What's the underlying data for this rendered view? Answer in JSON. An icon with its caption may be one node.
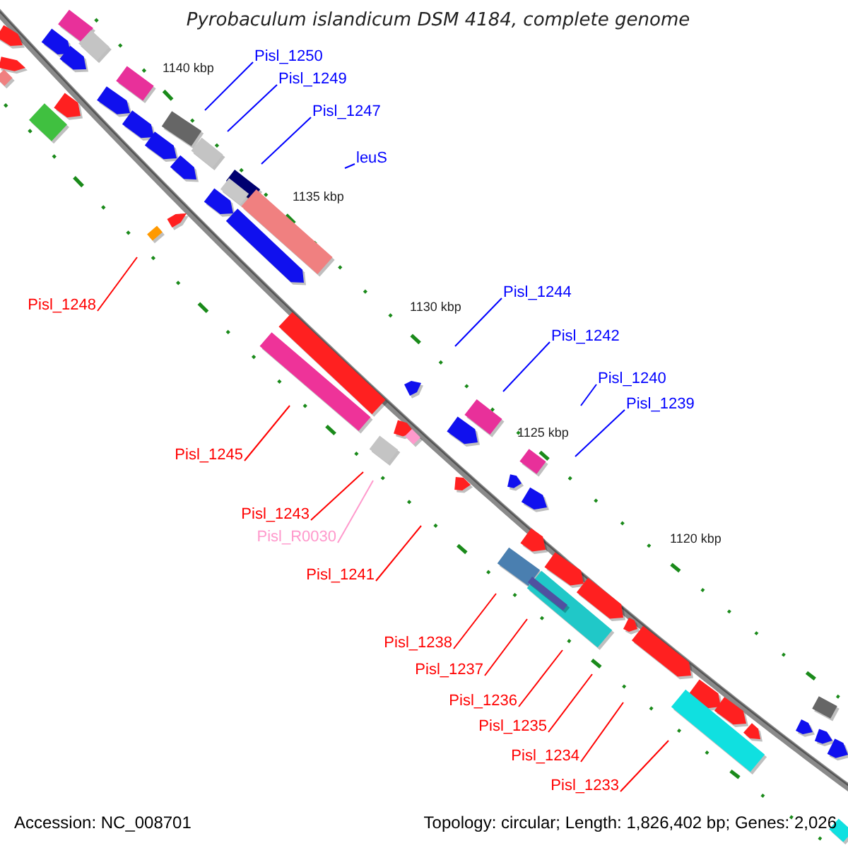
{
  "diagram": {
    "title": "Pyrobaculum islandicum DSM 4184, complete genome",
    "nodes": [
      {
        "text": [
          "Pisl_1250"
        ]
      },
      {
        "text": [
          "Pisl_1249"
        ]
      },
      {
        "text": [
          "Pisl_1247"
        ]
      },
      {
        "text": [
          "leuS"
        ]
      },
      {
        "text": [
          "Pisl_1248"
        ]
      },
      {
        "text": [
          "Pisl_1244"
        ]
      },
      {
        "text": [
          "Pisl_1242"
        ]
      },
      {
        "text": [
          "Pisl_1240"
        ]
      },
      {
        "text": [
          "Pisl_1239"
        ]
      },
      {
        "text": [
          "Pisl_1245"
        ]
      },
      {
        "text": [
          "Pisl_1243"
        ]
      },
      {
        "text": [
          "Pisl_R0030"
        ]
      },
      {
        "text": [
          "Pisl_1241"
        ]
      },
      {
        "text": [
          "Pisl_1238"
        ]
      },
      {
        "text": [
          "Pisl_1237"
        ]
      },
      {
        "text": [
          "Pisl_1236"
        ]
      },
      {
        "text": [
          "Pisl_1235"
        ]
      },
      {
        "text": [
          "Pisl_1234"
        ]
      },
      {
        "text": [
          "Pisl_1233"
        ]
      }
    ],
    "edges": [
      {
        "from": 0,
        "to": null,
        "arrow": "none",
        "color": "#0000ff"
      },
      {
        "from": 1,
        "to": null,
        "arrow": "none",
        "color": "#0000ff"
      },
      {
        "from": 2,
        "to": null,
        "arrow": "none",
        "color": "#0000ff"
      },
      {
        "from": 3,
        "to": null,
        "arrow": "none",
        "color": "#0000ff"
      },
      {
        "from": 4,
        "to": null,
        "arrow": "none"
      },
      {
        "from": 5,
        "to": null,
        "arrow": "none",
        "color": "#0000ff"
      },
      {
        "from": 6,
        "to": null,
        "arrow": "none",
        "color": "#0000ff"
      },
      {
        "from": 7,
        "to": null,
        "arrow": "none",
        "color": "#0000ff"
      },
      {
        "from": 8,
        "to": null,
        "arrow": "none",
        "color": "#0000ff"
      },
      {
        "from": 9,
        "to": null,
        "arrow": "none"
      },
      {
        "from": 10,
        "to": null,
        "arrow": "none"
      },
      {
        "from": 11,
        "to": null,
        "arrow": "none",
        "color": "#ff99cc"
      },
      {
        "from": 12,
        "to": null,
        "arrow": "none"
      },
      {
        "from": 13,
        "to": null,
        "arrow": "none"
      },
      {
        "from": 14,
        "to": null,
        "arrow": "none"
      },
      {
        "from": 15,
        "to": null,
        "arrow": "none"
      },
      {
        "from": 16,
        "to": null,
        "arrow": "none"
      },
      {
        "from": 17,
        "to": null,
        "arrow": "none"
      },
      {
        "from": 18,
        "to": null,
        "arrow": "none"
      }
    ],
    "labels": [
      "1140 kbp",
      "1135 kbp",
      "1130 kbp",
      "1125 kbp",
      "1120 kbp",
      "Accession: NC_008701",
      "Topology: circular; Length: 1,826,402 bp; Genes: 2,026"
    ]
  }
}
